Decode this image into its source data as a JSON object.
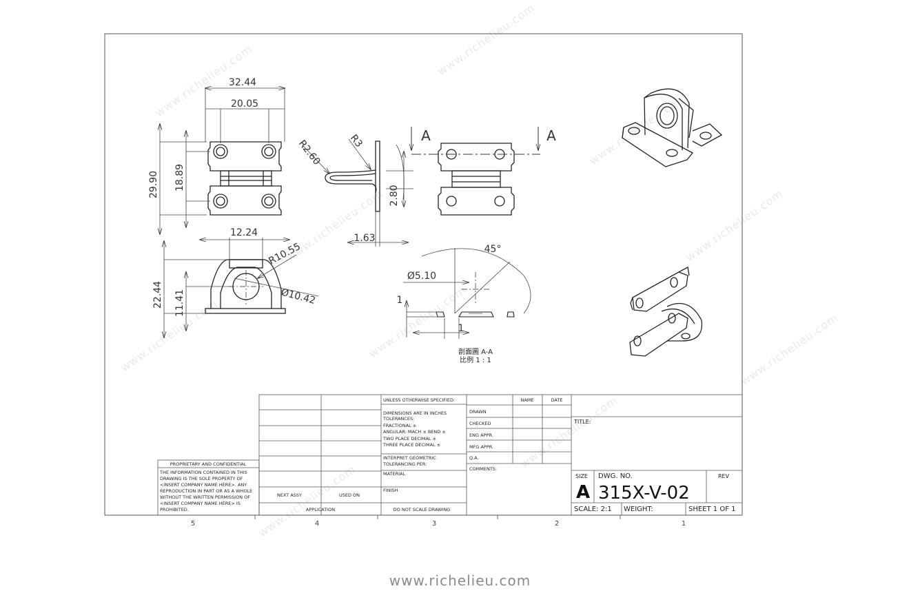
{
  "drawing": {
    "dimensions": {
      "d_32_44": "32.44",
      "d_20_05": "20.05",
      "d_29_90": "29.90",
      "d_18_89": "18.89",
      "d_12_24": "12.24",
      "d_r10_55": "R10.55",
      "d_22_44": "22.44",
      "d_11_41": "11.41",
      "d_dia10_42": "Ø10.42",
      "d_r2_60": "R2.60",
      "d_r3": "R3",
      "d_2_80": "2.80",
      "d_1_63": "1.63",
      "d_45deg": "45°",
      "d_dia5_10": "Ø5.10",
      "d_1a": "1",
      "d_1b": "1",
      "section_marker": "A"
    },
    "section_caption_line1": "剖面圖 A-A",
    "section_caption_line2": "比例 1 : 1",
    "zones": [
      "5",
      "4",
      "3",
      "2",
      "1"
    ]
  },
  "title_block": {
    "proprietary_heading": "PROPRIETARY AND CONFIDENTIAL",
    "proprietary_lines": [
      "THE INFORMATION CONTAINED IN THIS",
      "DRAWING IS THE SOLE PROPERTY OF",
      "<INSERT COMPANY NAME HERE>. ANY",
      "REPRODUCTION IN PART OR AS A WHOLE",
      "WITHOUT THE WRITTEN PERMISSION OF",
      "<INSERT COMPANY NAME HERE> IS",
      "PROHIBITED."
    ],
    "next_assy": "NEXT ASSY",
    "used_on": "USED ON",
    "application": "APPLICATION",
    "unless": "UNLESS OTHERWISE SPECIFIED:",
    "tolerance_lines": [
      "DIMENSIONS ARE IN INCHES",
      "TOLERANCES:",
      "FRACTIONAL ±",
      "ANGULAR: MACH ±    BEND ±",
      "TWO PLACE DECIMAL    ±",
      "THREE PLACE DECIMAL  ±"
    ],
    "interpret_lines": [
      "INTERPRET GEOMETRIC",
      "TOLERANCING PER:"
    ],
    "material": "MATERIAL",
    "finish": "FINISH",
    "do_not_scale": "DO NOT SCALE DRAWING",
    "name": "NAME",
    "date": "DATE",
    "drawn": "DRAWN",
    "checked": "CHECKED",
    "eng_appr": "ENG APPR.",
    "mfg_appr": "MFG APPR.",
    "qa": "Q.A.",
    "comments": "COMMENTS:",
    "title_label": "TITLE:",
    "size_label": "SIZE",
    "size_value": "A",
    "dwg_no_label": "DWG.  NO.",
    "dwg_no_value": "315X-V-02",
    "rev_label": "REV",
    "scale": "SCALE: 2:1",
    "weight": "WEIGHT:",
    "sheet": "SHEET 1 OF 1"
  },
  "watermark": "www.richelieu.com",
  "footer_url": "www.richelieu.com"
}
